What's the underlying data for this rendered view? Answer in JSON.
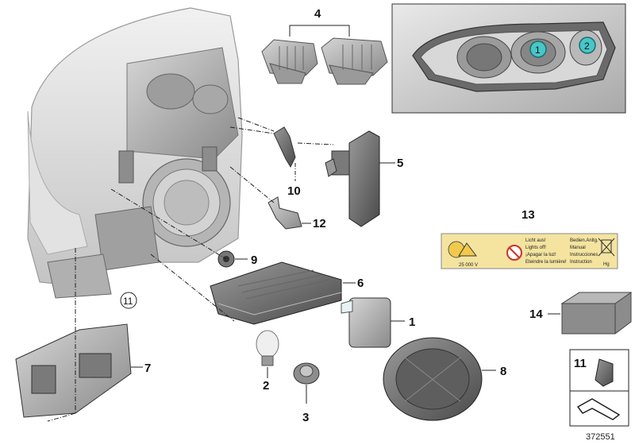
{
  "callouts": {
    "c1": "1",
    "c2": "2",
    "c3": "3",
    "c4": "4",
    "c5": "5",
    "c6": "6",
    "c7": "7",
    "c8": "8",
    "c9": "9",
    "c10": "10",
    "c11": "11",
    "c12": "12",
    "c13": "13",
    "c14": "14",
    "c11_circle": "11",
    "c11_box": "11"
  },
  "inset": {
    "badge1": "1",
    "badge2": "2"
  },
  "warning_label": {
    "col1": [
      "Licht aus!",
      "Lights off!",
      "¡Apagar la luz!",
      "Eteindre la lumière!"
    ],
    "col2": [
      "Bedien.Anltg.",
      "Manual",
      "Instrucciones",
      "Instruction"
    ],
    "voltage": "25 000 V",
    "hg": "Hg"
  },
  "diagram_number": "372551",
  "colors": {
    "inset_badge": "#48c6c8",
    "part_gray": "#8c8c8c",
    "label_yellow": "#f4e4a0"
  }
}
